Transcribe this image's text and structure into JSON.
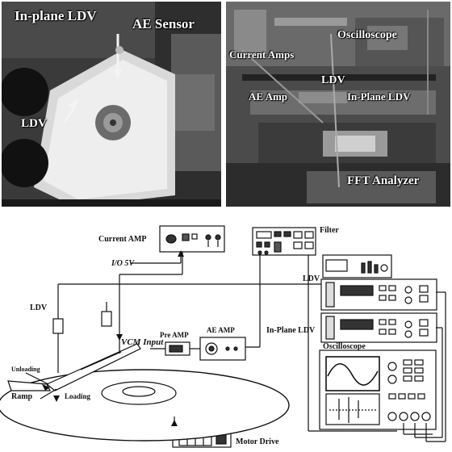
{
  "photo_left": {
    "label_inplane_ldv": "In-plane LDV",
    "label_ae_sensor": "AE Sensor",
    "label_ldv": "LDV"
  },
  "photo_right": {
    "label_oscilloscope": "Oscilloscope",
    "label_current_amps": "Current Amps",
    "label_ldv": "LDV",
    "label_ae_amp": "AE Amp",
    "label_inplane_ldv": "In-Plane LDV",
    "label_fft_analyzer": "FFT Analyzer"
  },
  "schematic": {
    "current_amp": "Current AMP",
    "filter": "Filter",
    "io_5v": "I/O 5V",
    "ldv_left": "LDV",
    "ldv_right": "LDV",
    "vcm_input": "VCM Input",
    "pre_amp": "Pre AMP",
    "ae_amp": "AE AMP",
    "in_plane_ldv": "In-Plane LDV",
    "oscilloscope": "Oscilloscope",
    "unloading": "Unloading",
    "ramp": "Ramp",
    "loading": "Loading",
    "motor_drive": "Motor Drive"
  }
}
